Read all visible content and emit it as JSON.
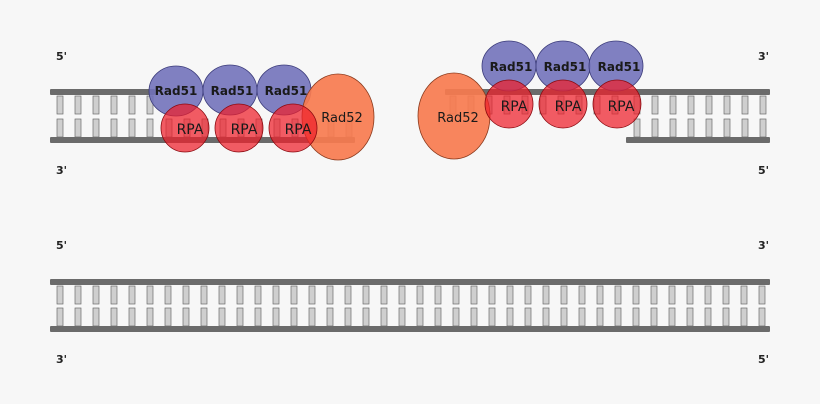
{
  "labels": {
    "five_prime": "5'",
    "three_prime": "3'",
    "rad51": "Rad51",
    "rpa": "RPA",
    "rad52": "Rad52"
  },
  "colors": {
    "background": "#f7f7f7",
    "backbone": "#6b6b6b",
    "base_fill": "#cfcfcf",
    "base_stroke": "#6b6b6b",
    "rad51_fill": "#6f6fb9",
    "rad52_fill": "#f77b4f",
    "rpa_fill": "#ee1f2a"
  }
}
